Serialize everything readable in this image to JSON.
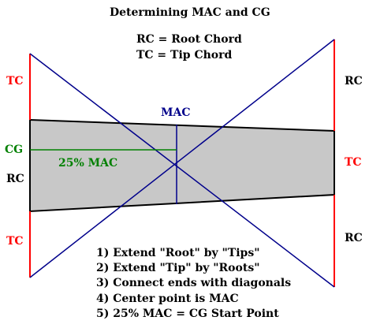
{
  "title": "Determining MAC and CG",
  "legend": {
    "rc": "RC = Root Chord",
    "tc": "TC = Tip Chord"
  },
  "left_labels": {
    "tc_top": "TC",
    "cg": "CG",
    "rc": "RC",
    "tc_bottom": "TC"
  },
  "right_labels": {
    "rc_top": "RC",
    "tc": "TC",
    "rc_bottom": "RC"
  },
  "mac_label": "MAC",
  "quarter_mac_label": "25% MAC",
  "steps": [
    "1)  Extend \"Root\" by \"Tips\"",
    "2)  Extend \"Tip\" by \"Roots\"",
    "3)  Connect ends with diagonals",
    "4)  Center point is MAC",
    "5)  25% MAC = CG Start Point"
  ],
  "colors": {
    "wing_fill": "#c8c8c8",
    "outline": "#000000",
    "extension_lines": "#ff0000",
    "diagonals": "#00008b",
    "cg_line": "#008000"
  }
}
